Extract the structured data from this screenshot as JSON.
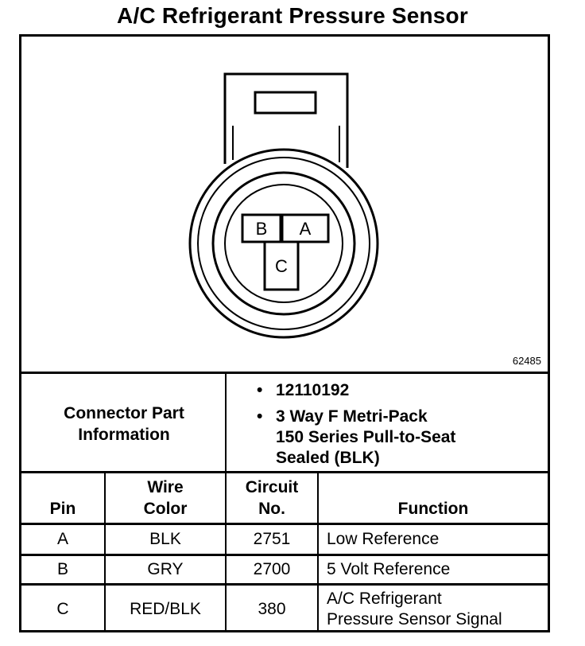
{
  "title": "A/C Refrigerant Pressure Sensor",
  "figure_number": "62485",
  "connector": {
    "pin_labels": {
      "b": "B",
      "a": "A",
      "c": "C"
    }
  },
  "connector_info": {
    "label_line1": "Connector Part",
    "label_line2": "Information",
    "item1": "12110192",
    "item2_line1": "3 Way F Metri-Pack",
    "item2_line2": "150 Series Pull-to-Seat",
    "item2_line3": "Sealed (BLK)",
    "bullet": "•"
  },
  "table": {
    "headers": {
      "pin": "Pin",
      "wire_line1": "Wire",
      "wire_line2": "Color",
      "circuit_line1": "Circuit",
      "circuit_line2": "No.",
      "function": "Function"
    },
    "rows": [
      {
        "pin": "A",
        "wire": "BLK",
        "circuit": "2751",
        "function_line1": "Low Reference",
        "function_line2": ""
      },
      {
        "pin": "B",
        "wire": "GRY",
        "circuit": "2700",
        "function_line1": "5 Volt Reference",
        "function_line2": ""
      },
      {
        "pin": "C",
        "wire": "RED/BLK",
        "circuit": "380",
        "function_line1": "A/C Refrigerant",
        "function_line2": "Pressure Sensor Signal"
      }
    ]
  }
}
